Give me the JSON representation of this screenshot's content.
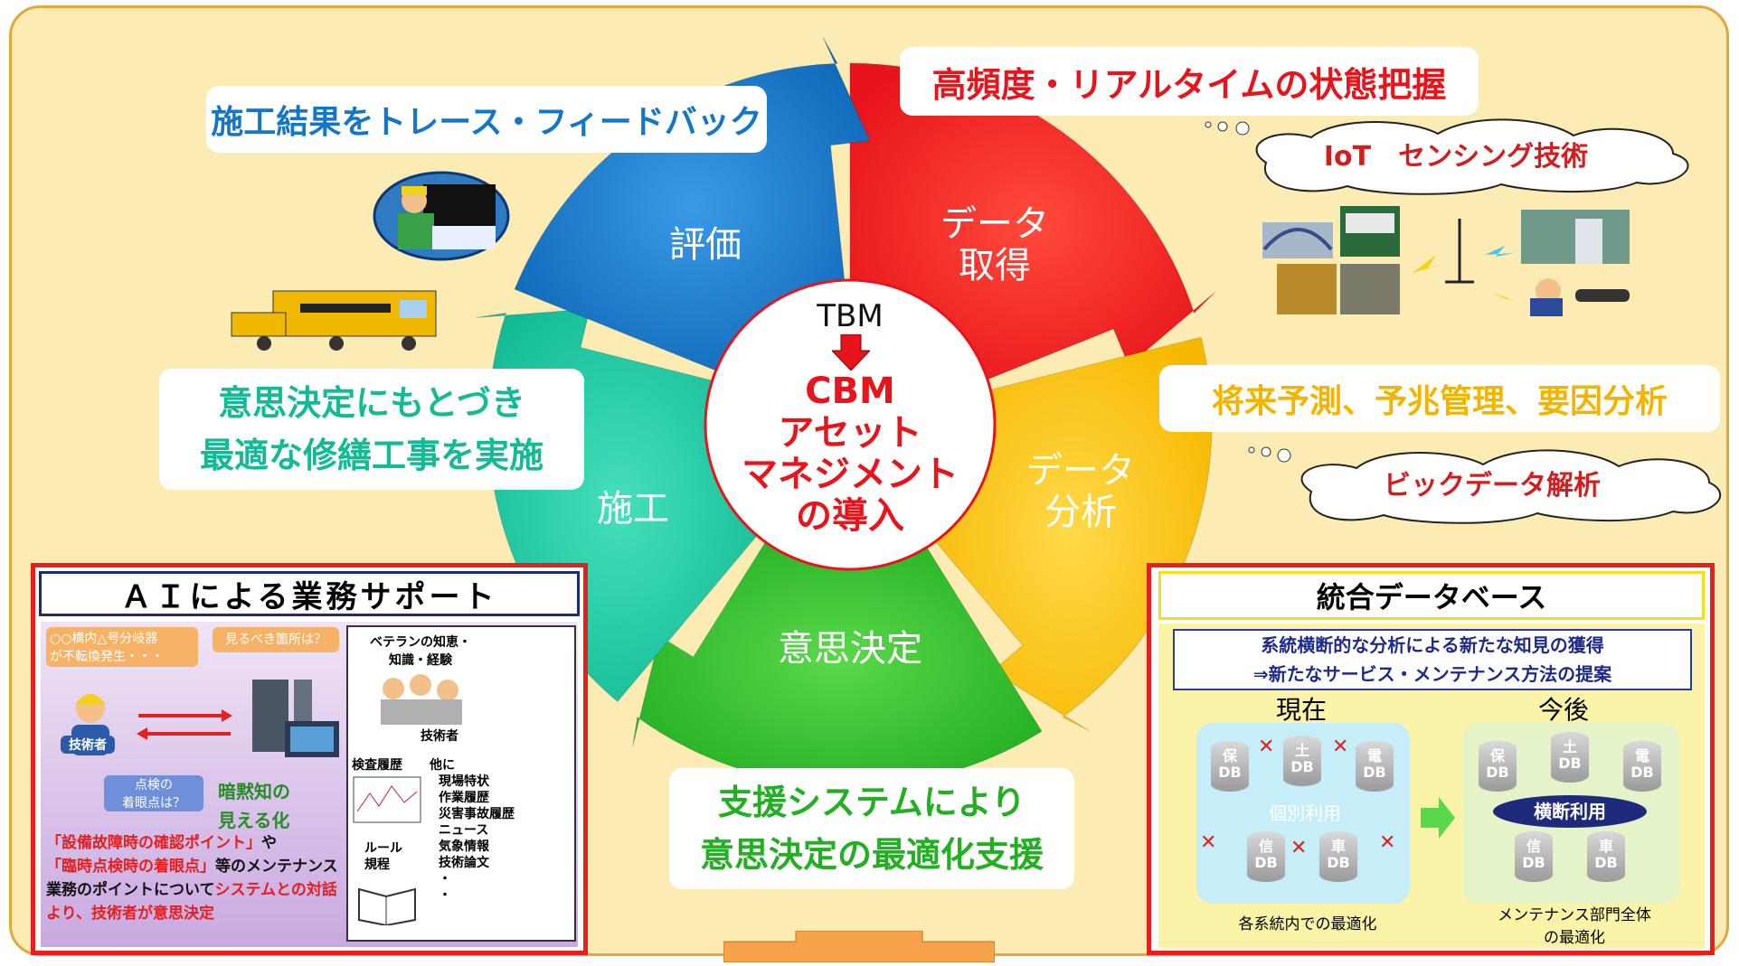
{
  "center": {
    "top": "TBM",
    "lines": [
      "CBM",
      "アセット",
      "マネジメント",
      "の導入"
    ]
  },
  "segments": {
    "acquire": "データ\n取得",
    "analyze": "データ\n分析",
    "decide": "意思決定",
    "construct": "施工",
    "evaluate": "評価"
  },
  "colors": {
    "red": "#e8141c",
    "yellow": "#fbc30a",
    "green": "#2fbf2a",
    "teal": "#1ec9a4",
    "blue": "#1476c9",
    "cream": "#fdebb4"
  },
  "labels": {
    "trace": "施工結果をトレース・フィードバック",
    "realtime": "高頻度・リアルタイムの状態把握",
    "iot": "IoT　センシング技術",
    "forecast": "将来予測、予兆管理、要因分析",
    "bigdata": "ビックデータ解析",
    "repair_1": "意思決定にもとづき",
    "repair_2": "最適な修繕工事を実施",
    "support_1": "支援システムにより",
    "support_2": "意思決定の最適化支援"
  },
  "ai_panel": {
    "title": "ＡＩによる業務サポート",
    "bubble1": "○○構内△号分岐器\nが不転換発生・・・",
    "bubble2": "見るべき箇所は？",
    "bubble3": "点検の\n着眼点は？",
    "worker_tag": "技術者",
    "implicit": "暗黙知の\n見える化",
    "veteran": "ベテランの知恵・\n知識・経験",
    "engineer": "技術者",
    "history": "検査履歴",
    "other": "他に",
    "other_list": [
      "現場特状",
      "作業履歴",
      "災害事故履歴",
      "ニュース",
      "気象情報",
      "技術論文",
      "・",
      "・"
    ],
    "rule": "ルール\n規程",
    "desc_1": "「設備故障時の確認ポイント」",
    "desc_2": "や",
    "desc_3": "「臨時点検時の着眼点」",
    "desc_4": "等のメンテナンス業務のポイントについて",
    "desc_5": "システムとの対話より、技術者が意思決定"
  },
  "db_panel": {
    "title": "統合データベース",
    "line1": "系統横断的な分析による新たな知見の獲得",
    "line2": "⇒新たなサービス・メンテナンス方法の提案",
    "now": "現在",
    "future": "今後",
    "individual": "個別利用",
    "cross": "横断利用",
    "db_left": [
      "保\nDB",
      "土\nDB",
      "電\nDB",
      "信\nDB",
      "車\nDB"
    ],
    "db_right": [
      "保\nDB",
      "土\nDB",
      "電\nDB",
      "信\nDB",
      "車\nDB"
    ],
    "cap_left": "各系統内での最適化",
    "cap_right": "メンテナンス部門全体\nの最適化"
  }
}
